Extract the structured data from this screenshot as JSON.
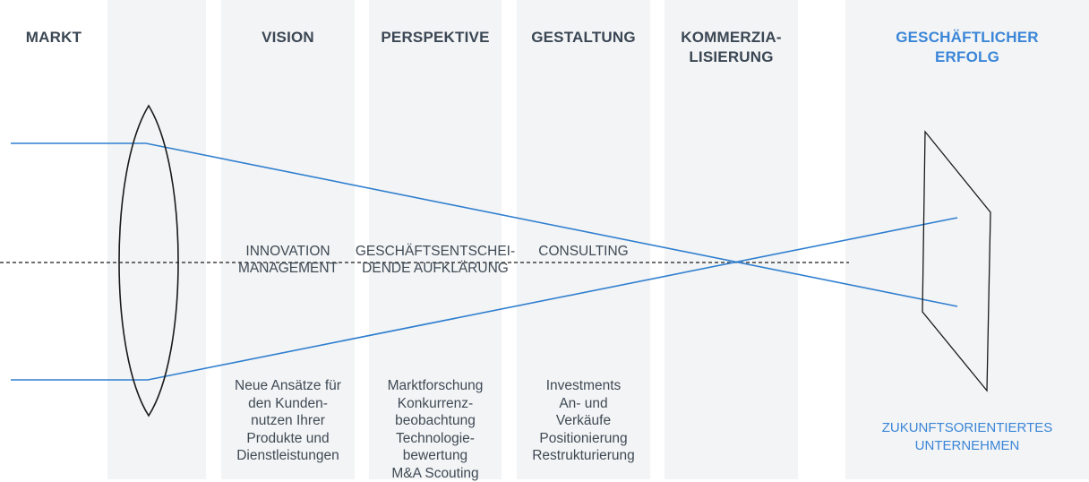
{
  "columns": {
    "markt": {
      "heading": "MARKT"
    },
    "vision": {
      "heading": "VISION",
      "middle": [
        "INNOVATION",
        "MANAGEMENT"
      ],
      "lower": [
        "Neue Ansätze für",
        "den Kunden-",
        "nutzen Ihrer",
        "Produkte und",
        "Dienstleistungen"
      ]
    },
    "perspektive": {
      "heading": "PERSPEKTIVE",
      "middle": [
        "GESCHÄFTSENTSCHEI-",
        "DENDE AUFKLÄRUNG"
      ],
      "lower": [
        "Marktforschung",
        "Konkurrenz-",
        "beobachtung",
        "Technologie-",
        "bewertung",
        "M&A Scouting"
      ]
    },
    "gestaltung": {
      "heading": "GESTALTUNG",
      "middle": [
        "CONSULTING"
      ],
      "lower": [
        "Investments",
        "An- und",
        "Verkäufe",
        "Positionierung",
        "Restrukturierung"
      ]
    },
    "kommerzialisierung": {
      "heading": [
        "KOMMERZIA-",
        "LISIERUNG"
      ]
    },
    "erfolg": {
      "heading": [
        "GESCHÄFTLICHER",
        "ERFOLG"
      ],
      "bottom": [
        "ZUKUNFTSORIENTIERTES",
        "UNTERNEHMEN"
      ]
    }
  },
  "colors": {
    "column_bg": "#f3f4f5",
    "heading_text": "#3b4754",
    "accent_blue": "#3a86d8",
    "ray": "#2f7fd0",
    "lens": "#1a1a1a",
    "body_text": "#3f4a55"
  }
}
